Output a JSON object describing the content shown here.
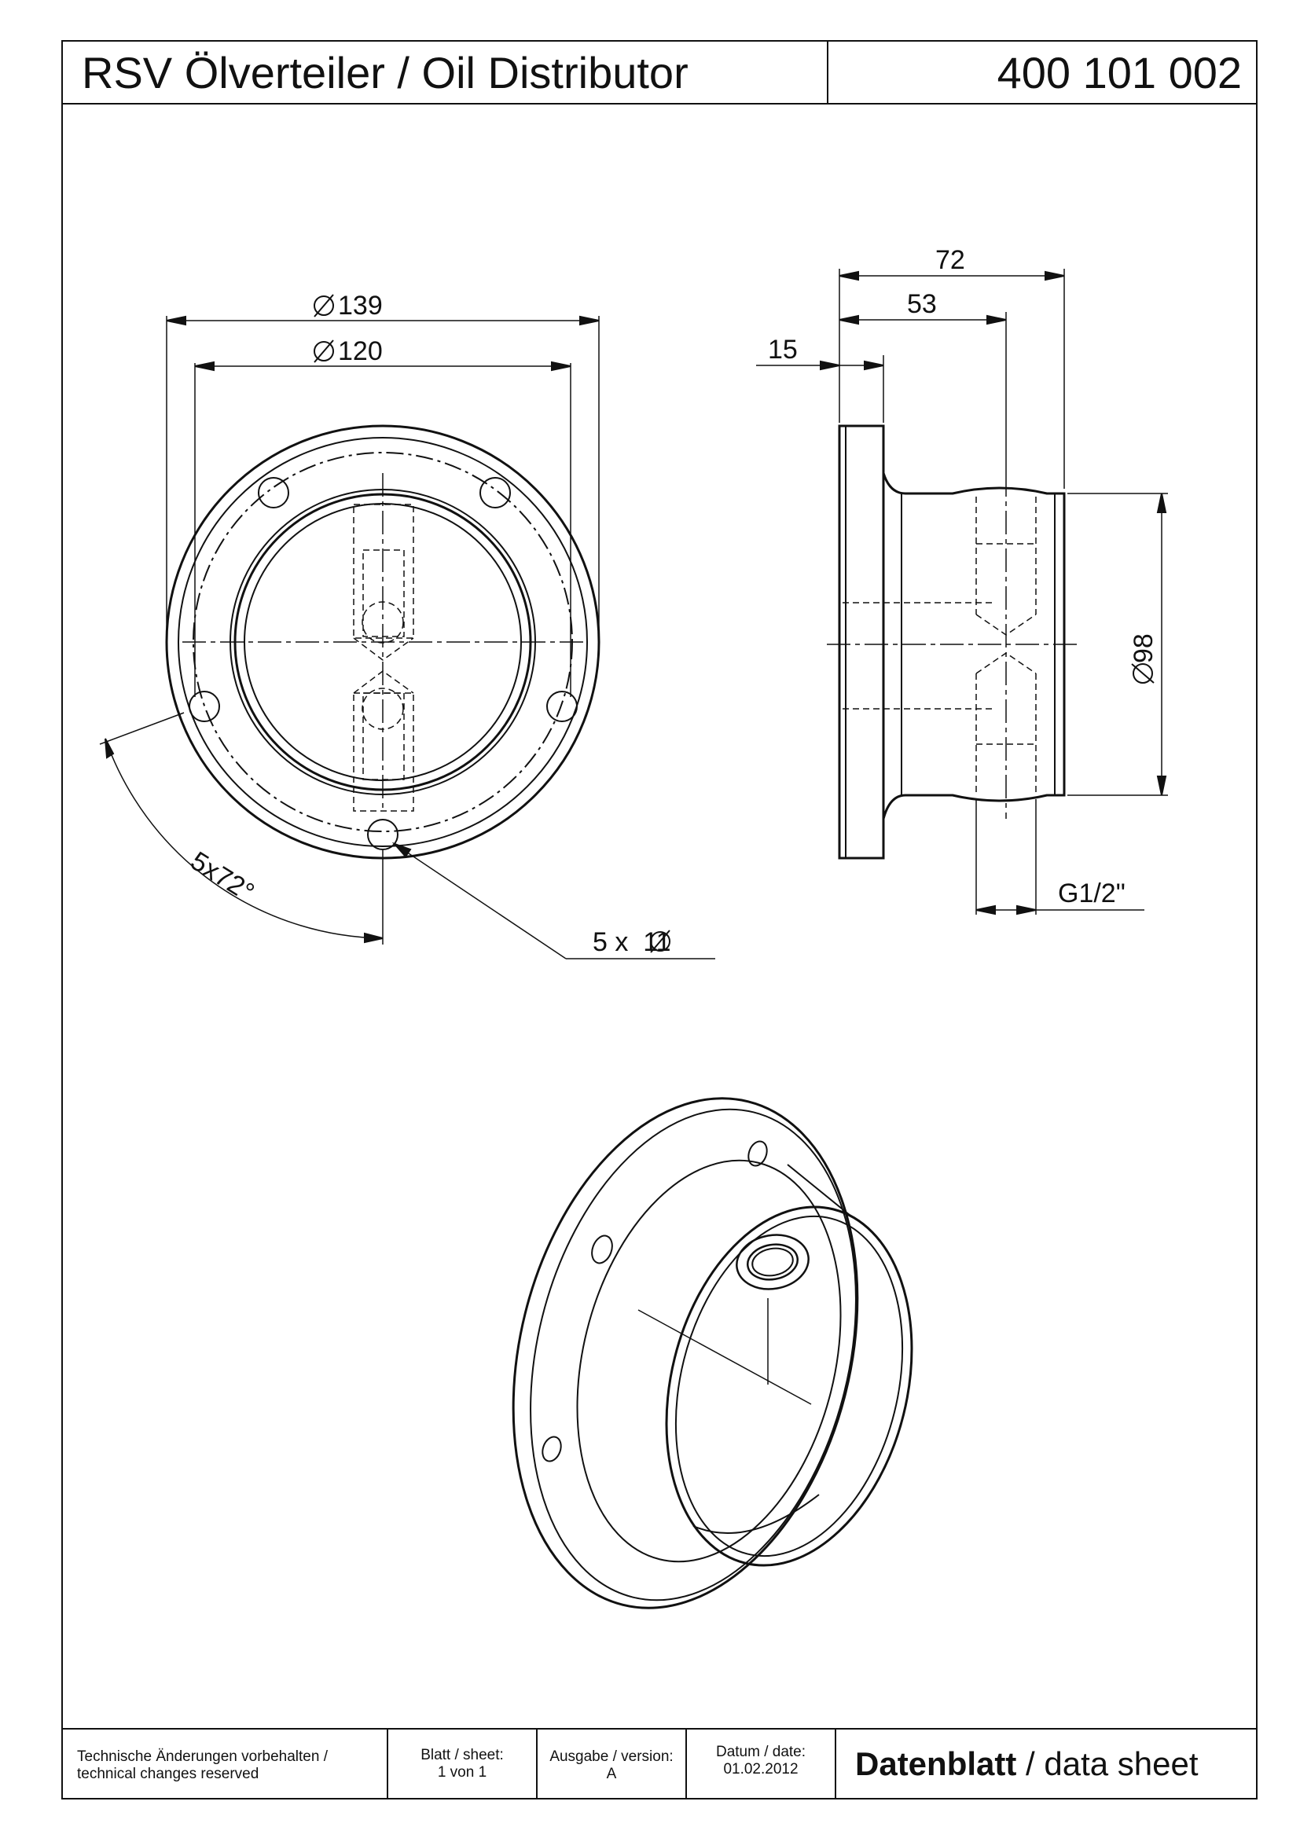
{
  "header": {
    "title": "RSV Ölverteiler / Oil Distributor",
    "part_number": "400 101 002"
  },
  "dimensions": {
    "flange_diameter": "139",
    "bolt_circle_diameter": "120",
    "hole_angle": "5x72°",
    "holes": "5 x  11",
    "length_total": "72",
    "length_port": "53",
    "flange_thickness": "15",
    "body_diameter": "98",
    "thread": "G1/2\""
  },
  "footer": {
    "changes_de": "Technische Änderungen vorbehalten /",
    "changes_en": "technical changes reserved",
    "sheet_label": "Blatt / sheet:",
    "sheet_value": "1 von 1",
    "version_label": "Ausgabe / version:",
    "version_value": "A",
    "date_label": "Datum / date:",
    "date_value": "01.02.2012",
    "datasheet_main": "Datenblatt",
    "datasheet_sub": " / data sheet"
  }
}
